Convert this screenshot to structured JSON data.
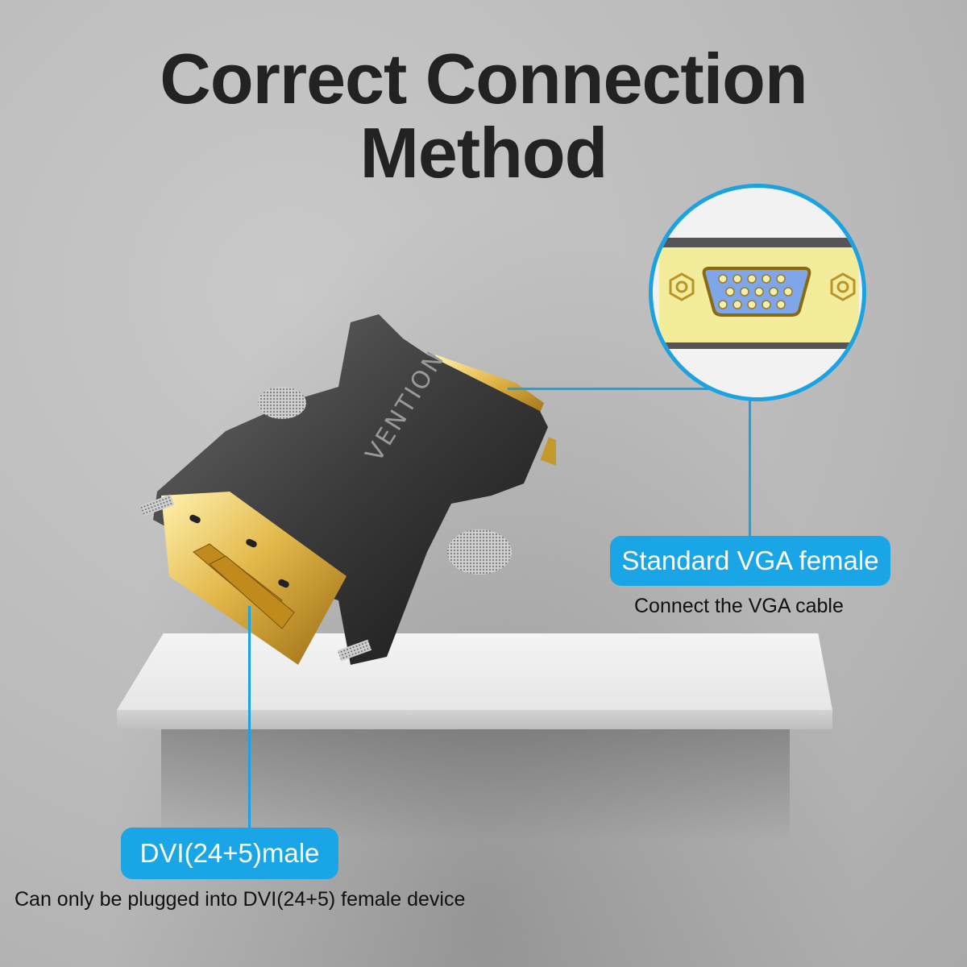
{
  "title": {
    "line1": "Correct Connection",
    "line2": "Method"
  },
  "product": {
    "brand": "VENTION",
    "type": "DVI to VGA adapter"
  },
  "callouts": {
    "vga": {
      "label": "Standard VGA female",
      "caption": "Connect the VGA cable",
      "zoom_detail": "vga-15-pin-female-port"
    },
    "dvi": {
      "label": "DVI(24+5)male",
      "caption": "Can only be plugged into DVI(24+5) female device"
    }
  },
  "colors": {
    "accent": "#1aa6e6",
    "title_text": "#222222",
    "background": "#bdbdbd",
    "gold": "#d9b23a",
    "vga_port_blue": "#7fa6e8"
  }
}
